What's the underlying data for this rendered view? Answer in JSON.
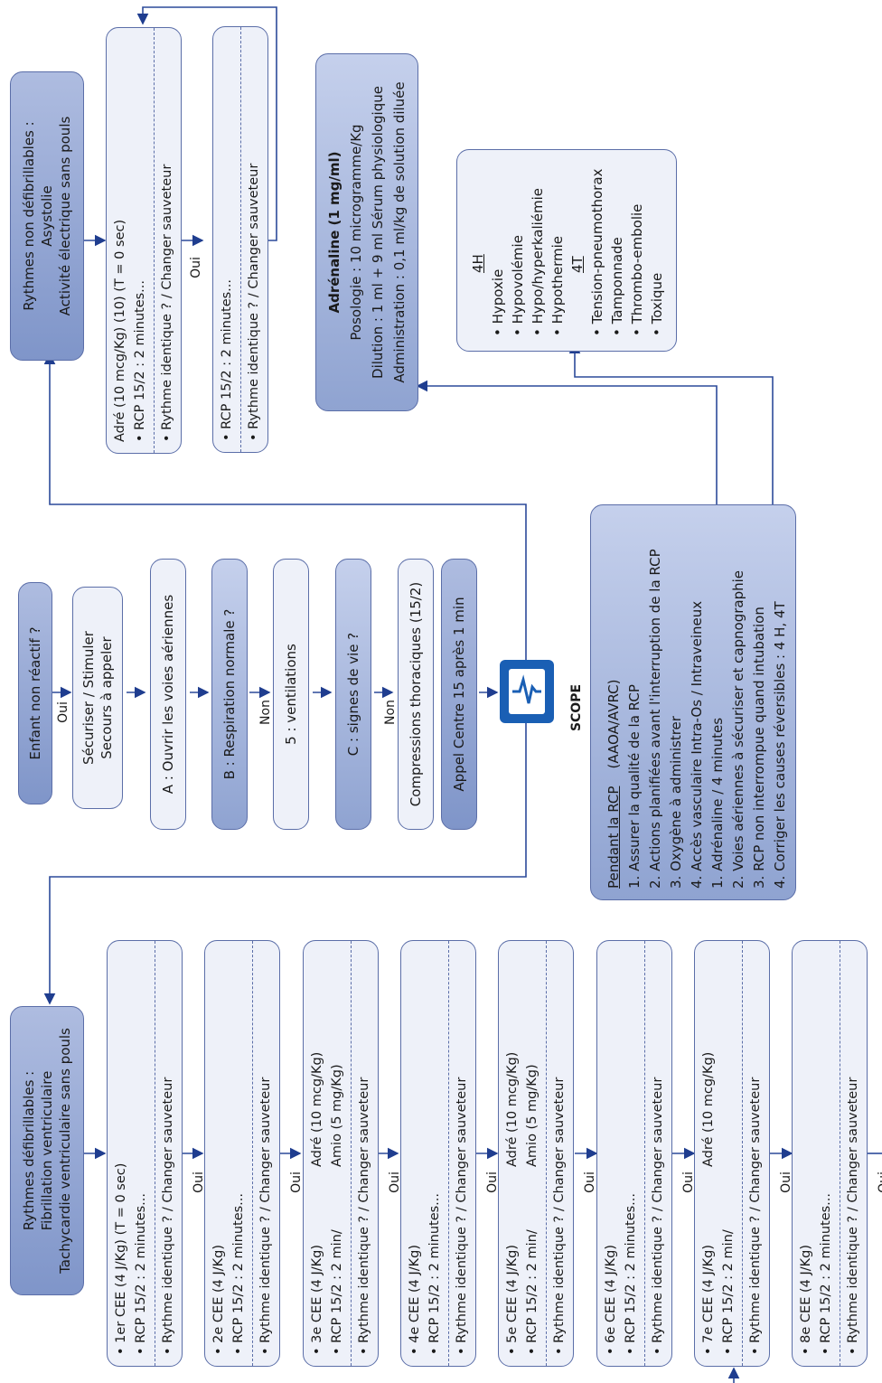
{
  "top_start": {
    "question": "Enfant non réactif ?",
    "oui": "Oui",
    "secure": [
      "Sécuriser / Stimuler",
      "Secours à appeler"
    ],
    "step_a": "A : Ouvrir les voies aériennes",
    "step_b": "B : Respiration normale      ?",
    "non1": "Non",
    "step_5": "5 : ventilations",
    "step_c": "C : signes de vie      ?",
    "non2": "Non",
    "compressions": "Compressions thoraciques (15/2)",
    "appel": "Appel Centre 15 après 1 min",
    "scope": "SCOPE",
    "scope_icon": "monitor-icon"
  },
  "non_shockable": {
    "title": [
      "Rythmes non défibrillables      :",
      "Asystolie",
      "Activité électrique sans pouls"
    ],
    "box1": [
      "Adré (10 mcg/Kg) (10) (T = 0 sec)",
      "• RCP 15/2 : 2 minutes...",
      "• Rythme identique ? / Changer sauveteur"
    ],
    "oui": "Oui",
    "box2": [
      "• RCP 15/2 : 2 minutes...",
      "• Rythme identique ? / Changer sauveteur"
    ]
  },
  "adrenaline": [
    "Adrénaline (1 mg/ml)",
    "Posologie : 10 microgramme/Kg",
    "Dilution : 1 ml + 9 ml Sérum physiologique",
    "Administration : 0,1 ml/kg de solution diluée"
  ],
  "causes": {
    "h_title": "4H",
    "h_items": [
      "Hypoxie",
      "Hypovolémie",
      "Hypo/hyperkaliémie",
      "Hypothermie"
    ],
    "t_title": "4T",
    "t_items": [
      "Tension-pneumothorax",
      "Tamponnade",
      "Thrombo-embolie",
      "Toxique"
    ]
  },
  "pendant": {
    "title": "Pendant la RCP",
    "title_suffix": "(AAOA/AVRC)",
    "items": [
      "1. Assurer la qualité de la RCP",
      "2. Actions planifiées avant l'interruption de la RCP",
      "3. Oxygène à administrer",
      "4. Accès vasculaire Intra-Os / Intraveineux",
      "1. Adrénaline        / 4 minutes",
      "2. Voies aériennes à sécuriser et capnographie",
      "3. RCP non interrompue quand intubation",
      "4. Corriger les causes réversibles : 4 H, 4T"
    ]
  },
  "shockable": {
    "title": [
      "Rythmes défibrillables      :",
      "Fibrillation ventriculaire",
      "Tachycardie ventriculaire sans pouls"
    ],
    "oui": "Oui",
    "boxes": [
      {
        "l1": "• 1er CEE (4 J/Kg) (T = 0 sec)",
        "l2": "• RCP 15/2 : 2 minutes...",
        "drug1": "",
        "drug2": "",
        "l3": "• Rythme identique ? / Changer sauveteur"
      },
      {
        "l1": "• 2e CEE (4 J/Kg)",
        "l2": "• RCP 15/2 : 2 minutes...",
        "drug1": "",
        "drug2": "",
        "l3": "• Rythme identique ? / Changer sauveteur"
      },
      {
        "l1": "• 3e CEE (4 J/Kg)",
        "l2": "• RCP 15/2 : 2 min/",
        "drug1": "Adré (10 mcg/Kg)",
        "drug2": "Amio (5 mg/Kg)",
        "l3": "• Rythme identique ? / Changer sauveteur"
      },
      {
        "l1": "• 4e CEE (4 J/Kg)",
        "l2": "• RCP 15/2 : 2 minutes...",
        "drug1": "",
        "drug2": "",
        "l3": "• Rythme identique ? / Changer sauveteur"
      },
      {
        "l1": "• 5e CEE (4 J/Kg)",
        "l2": "• RCP 15/2 : 2 min/",
        "drug1": "Adré (10 mcg/Kg)",
        "drug2": "Amio (5 mg/Kg)",
        "l3": "• Rythme identique ? / Changer sauveteur"
      },
      {
        "l1": "• 6e CEE (4 J/Kg)",
        "l2": "• RCP 15/2 : 2 minutes...",
        "drug1": "",
        "drug2": "",
        "l3": "• Rythme identique ? / Changer sauveteur"
      },
      {
        "l1": "• 7e CEE (4 J/Kg)",
        "l2": "• RCP 15/2 : 2 min/",
        "drug1": "Adré (10 mcg/Kg)",
        "drug2": "",
        "l3": "• Rythme identique ? / Changer sauveteur"
      },
      {
        "l1": "• 8e CEE (4 J/Kg)",
        "l2": "• RCP 15/2 : 2 minutes...",
        "drug1": "",
        "drug2": "",
        "l3": "• Rythme identique ? / Changer sauveteur"
      }
    ]
  }
}
